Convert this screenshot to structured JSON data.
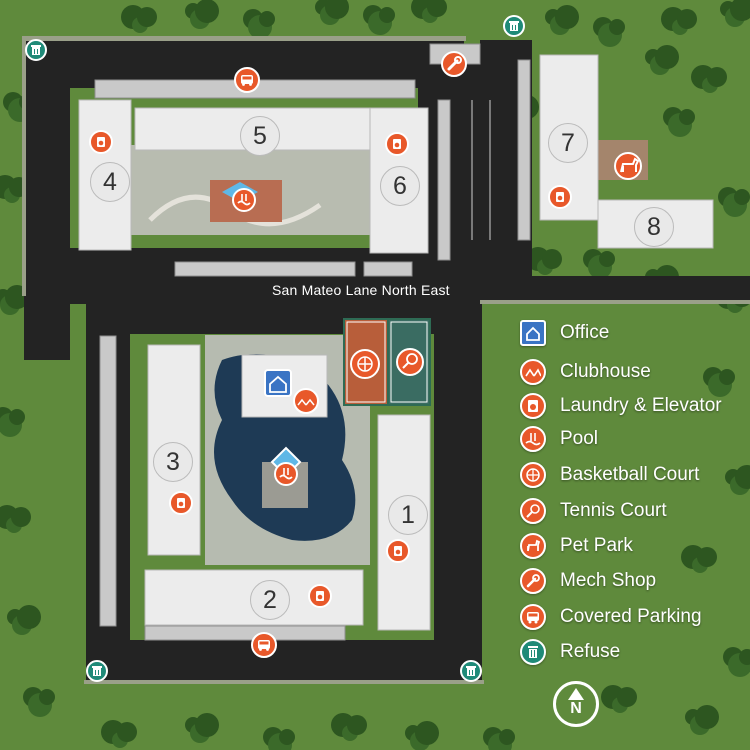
{
  "map": {
    "street_name": "San Mateo Lane North East",
    "buildings": [
      {
        "id": "b1",
        "number": "1"
      },
      {
        "id": "b2",
        "number": "2"
      },
      {
        "id": "b3",
        "number": "3"
      },
      {
        "id": "b4",
        "number": "4"
      },
      {
        "id": "b5",
        "number": "5"
      },
      {
        "id": "b6",
        "number": "6"
      },
      {
        "id": "b7",
        "number": "7"
      },
      {
        "id": "b8",
        "number": "8"
      }
    ],
    "north_label": "N"
  },
  "legend": {
    "items": [
      {
        "label": "Office",
        "icon": "office-icon"
      },
      {
        "label": "Clubhouse",
        "icon": "clubhouse-icon"
      },
      {
        "label": "Laundry & Elevator",
        "icon": "laundry-icon"
      },
      {
        "label": "Pool",
        "icon": "pool-icon"
      },
      {
        "label": "Basketball Court",
        "icon": "basketball-icon"
      },
      {
        "label": "Tennis Court",
        "icon": "tennis-icon"
      },
      {
        "label": "Pet Park",
        "icon": "pet-icon"
      },
      {
        "label": "Mech Shop",
        "icon": "wrench-icon"
      },
      {
        "label": "Covered Parking",
        "icon": "bus-icon"
      },
      {
        "label": "Refuse",
        "icon": "trash-icon"
      }
    ]
  },
  "colors": {
    "grass": "#5f8a3c",
    "road": "#232323",
    "amenity": "#e8582a",
    "office": "#3a74c4",
    "refuse": "#1f8a78",
    "building": "#ececec",
    "water": "#1e3a55"
  }
}
